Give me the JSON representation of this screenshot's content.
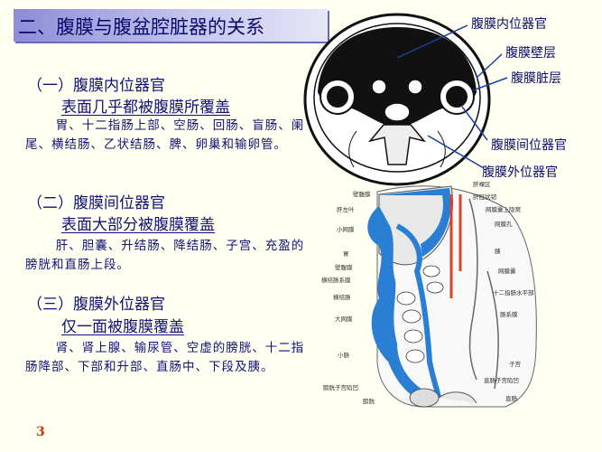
{
  "title": "二、腹膜与腹盆腔脏器的关系",
  "page_number": "3",
  "sections": [
    {
      "heading": "（一）腹膜内位器官",
      "subheading": "表面几乎都被腹膜所覆盖",
      "body": "胃、十二指肠上部、空肠、回肠、盲肠、阑尾、横结肠、乙状结肠、脾、卵巢和输卵管。"
    },
    {
      "heading": "（二）腹膜间位器官",
      "subheading": "表面大部分被腹膜覆盖",
      "body": "肝、胆囊、升结肠、降结肠、子宫、充盈的膀胱和直肠上段。"
    },
    {
      "heading": "（三）腹膜外位器官",
      "subheading": "仅一面被腹膜覆盖",
      "body": "肾、肾上腺、输尿管、空虚的膀胱、十二指肠降部、下部和升部、直肠中、下段及胰。"
    }
  ],
  "cross_section_callouts": [
    "腹膜内位器官",
    "腹膜壁层",
    "腹膜脏层",
    "腹膜间位器官",
    "腹膜外位器官"
  ],
  "sagittal_labels": {
    "left": [
      "壁腹膜",
      "肝左叶",
      "小网膜",
      "胃",
      "壁腹膜",
      "横结肠系膜",
      "横结肠",
      "大网膜",
      "小肠",
      "膀胱子宫陷凹",
      "膀胱"
    ],
    "right": [
      "肝裸区",
      "肝冠状韧",
      "网膜囊上隐窝",
      "网膜孔",
      "胰",
      "网膜囊",
      "十二指肠水平部",
      "肠系膜",
      "子宫",
      "直肠子宫陷凹",
      "直肠"
    ]
  },
  "colors": {
    "background": "#fffff2",
    "text": "#111177",
    "peritoneum_blue": "#2a7fd4",
    "page_number": "#cc3300"
  }
}
